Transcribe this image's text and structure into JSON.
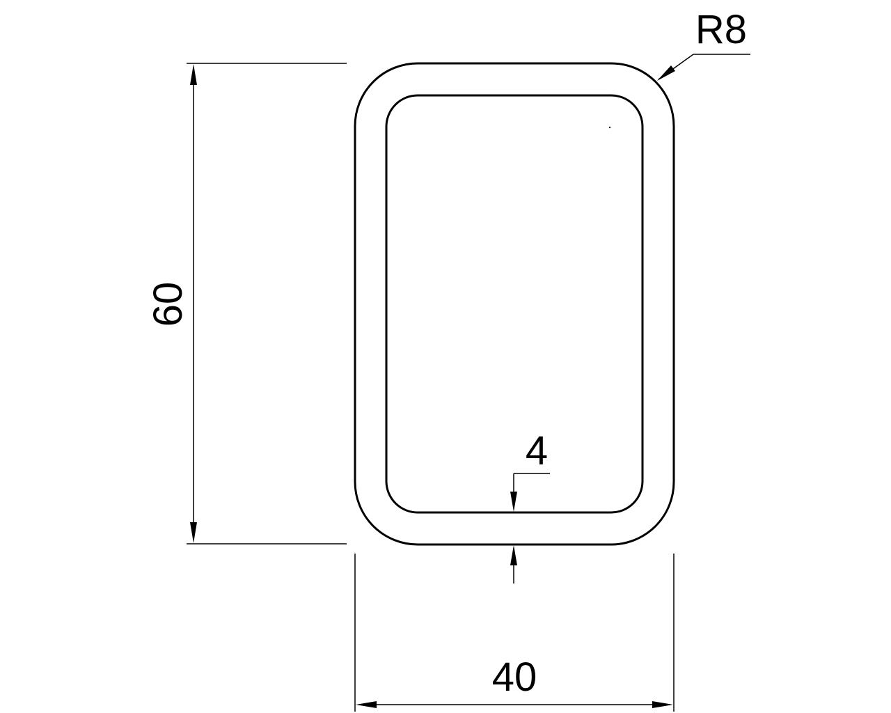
{
  "drawing": {
    "height_dim": "60",
    "width_dim": "40",
    "radius_dim": "R8",
    "thickness_dim": "4",
    "line_color": "#000000",
    "background": "#ffffff"
  }
}
